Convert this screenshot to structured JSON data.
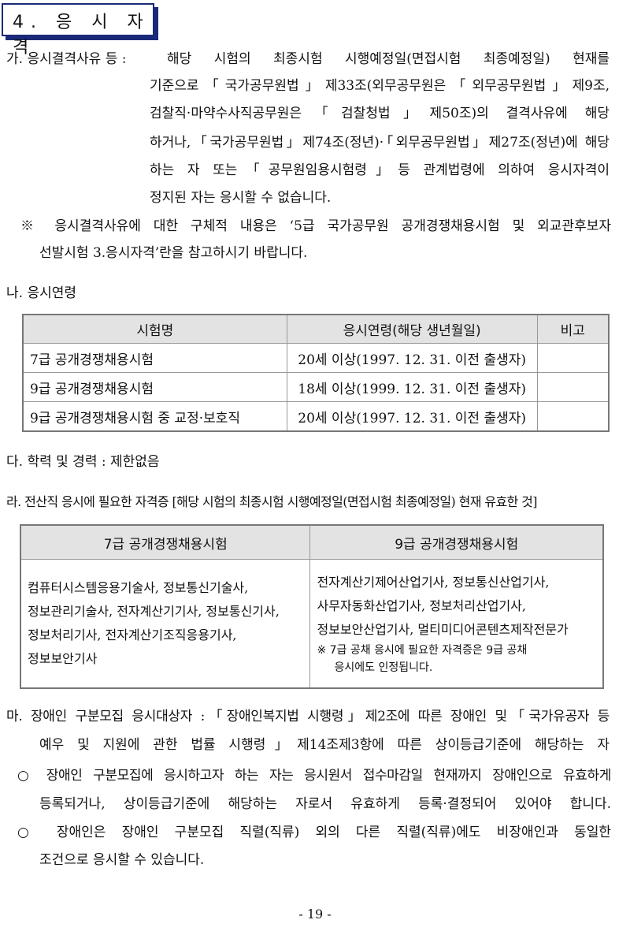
{
  "section_title": "4. 응 시 자 격",
  "ga": {
    "label": "가. 응시결격사유 등 :",
    "first": "해당 시험의 최종시험 시행예정일(면접시험 최종예정일) 현재를",
    "lines": [
      "기준으로「국가공무원법」제33조(외무공무원은「외무공무원법」제9조,",
      "검찰직·마약수사직공무원은「검찰청법」제50조)의 결격사유에 해당",
      "하거나,「국가공무원법」제74조(정년)·「외무공무원법」제27조(정년)에 해당",
      "하는 자 또는「공무원임용시험령」등 관계법령에 의하여 응시자격이",
      "정지된 자는 응시할 수 없습니다."
    ],
    "note1": "※ 응시결격사유에 대한 구체적 내용은 ‘5급 국가공무원 공개경쟁채용시험 및 외교관후보자",
    "note2": "선발시험 3.응시자격’란을 참고하시기 바랍니다."
  },
  "na": {
    "label": "나. 응시연령",
    "headers": [
      "시험명",
      "응시연령(해당 생년월일)",
      "비고"
    ],
    "rows": [
      [
        "7급 공개경쟁채용시험",
        "20세 이상(1997. 12. 31. 이전 출생자)",
        ""
      ],
      [
        "9급 공개경쟁채용시험",
        "18세 이상(1999. 12. 31. 이전 출생자)",
        ""
      ],
      [
        "9급 공개경쟁채용시험 중 교정·보호직",
        "20세 이상(1997. 12. 31. 이전 출생자)",
        ""
      ]
    ]
  },
  "da": {
    "label": "다. 학력 및 경력 : 제한없음"
  },
  "ra": {
    "label": "라. 전산직 응시에 필요한 자격증 [해당 시험의 최종시험 시행예정일(면접시험 최종예정일) 현재 유효한 것]",
    "headers": [
      "7급 공개경쟁채용시험",
      "9급 공개경쟁채용시험"
    ],
    "left_lines": [
      "컴퓨터시스템응용기술사, 정보통신기술사,",
      "정보관리기술사, 전자계산기기사, 정보통신기사,",
      "정보처리기사, 전자계산기조직응용기사,",
      "정보보안기사"
    ],
    "right_lines": [
      "전자계산기제어산업기사, 정보통신산업기사,",
      "사무자동화산업기사, 정보처리산업기사,",
      "정보보안산업기사, 멀티미디어콘텐츠제작전문가"
    ],
    "right_note1": "※ 7급 공채 응시에 필요한 자격증은 9급 공채",
    "right_note2": "응시에도 인정됩니다."
  },
  "ma": {
    "line1": "마. 장애인 구분모집 응시대상자 :「장애인복지법 시행령」제2조에 따른 장애인 및「국가유공자 등",
    "line2": "예우 및 지원에 관한 법률 시행령」제14조제3항에 따른 상이등급기준에 해당하는 자",
    "b1_line1": "○ 장애인 구분모집에 응시하고자 하는 자는 응시원서 접수마감일 현재까지 장애인으로 유효하게",
    "b1_line2": "등록되거나, 상이등급기준에 해당하는 자로서 유효하게 등록·결정되어 있어야 합니다.",
    "b2_line1": "○ 장애인은 장애인 구분모집 직렬(직류) 외의 다른 직렬(직류)에도 비장애인과 동일한",
    "b2_line2": "조건으로 응시할 수 있습니다."
  },
  "page_number": "- 19 -"
}
